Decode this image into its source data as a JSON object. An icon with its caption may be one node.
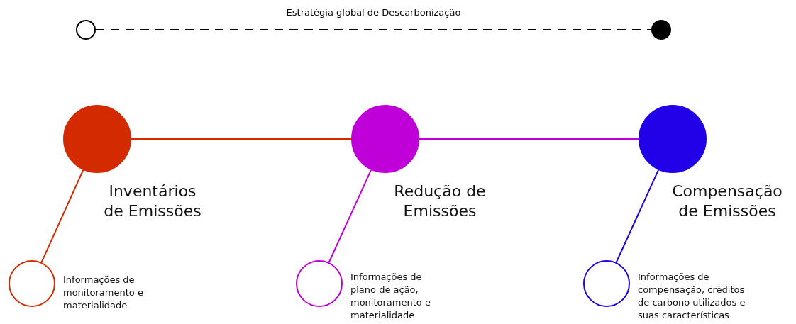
{
  "diagram": {
    "nodes": [
      {
        "text": [],
        "shape": "circle"
      },
      {
        "text": [],
        "shape": "circle"
      },
      {
        "text": [],
        "shape": "circle",
        "beside": [
          "Inventários de Emissões"
        ]
      },
      {
        "text": [],
        "shape": "circle",
        "beside": [
          "Redução de Emissões"
        ]
      },
      {
        "text": [],
        "shape": "circle",
        "beside": [
          "Compensação de Emissões"
        ]
      },
      {
        "text": [],
        "shape": "circle",
        "beside": [
          "Informações de monitoramento e materialidade"
        ]
      },
      {
        "text": [],
        "shape": "circle",
        "beside": [
          "Informações de plano de ação, monitoramento e materialidade"
        ]
      },
      {
        "text": [],
        "shape": "circle",
        "beside": [
          "Informações de compensação, créditos de carbono utilizados e suas características"
        ]
      }
    ],
    "edges": [
      {
        "from": 0,
        "to": 1,
        "arrow": "none",
        "style": "dashed",
        "color": "#000000",
        "label": "Estratégia global de Descarbonização"
      },
      {
        "from": 2,
        "to": 3,
        "arrow": "none",
        "color": "#d42a00"
      },
      {
        "from": 3,
        "to": 4,
        "arrow": "none",
        "color": "#c000d8"
      },
      {
        "from": 2,
        "to": 5,
        "arrow": "none",
        "color": "#d42a00"
      },
      {
        "from": 3,
        "to": 6,
        "arrow": "none",
        "color": "#c000d8"
      },
      {
        "from": 4,
        "to": 7,
        "arrow": "none",
        "color": "#2200e8"
      }
    ]
  }
}
